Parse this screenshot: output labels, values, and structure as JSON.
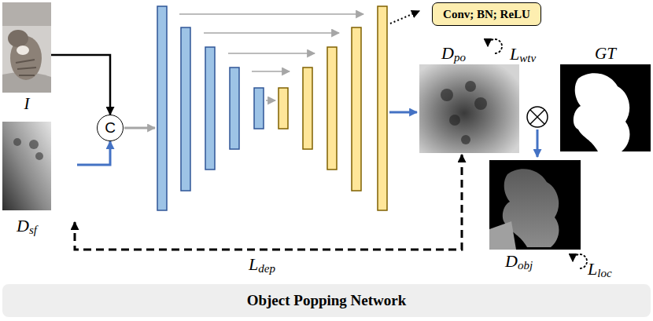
{
  "diagram": {
    "nodes": [
      {
        "text": [
          "I"
        ]
      },
      {
        "text": [
          "Dsf"
        ]
      },
      {
        "text": [
          "C"
        ]
      },
      {
        "text": [
          "Conv; BN; ReLU"
        ]
      },
      {
        "text": [
          "Dpo"
        ]
      },
      {
        "text": [
          "GT"
        ]
      },
      {
        "text": [
          "Dobj"
        ]
      },
      {
        "text": [
          "Object Popping Network"
        ]
      }
    ],
    "edges": [
      {
        "from": 0,
        "to": 2,
        "arrow": "to"
      },
      {
        "from": 1,
        "to": 2,
        "arrow": "to"
      },
      {
        "from": 4,
        "to": 1,
        "label": "Ldep",
        "arrow": "both"
      }
    ],
    "labels": [
      "Lwtv",
      "Lloc"
    ]
  }
}
